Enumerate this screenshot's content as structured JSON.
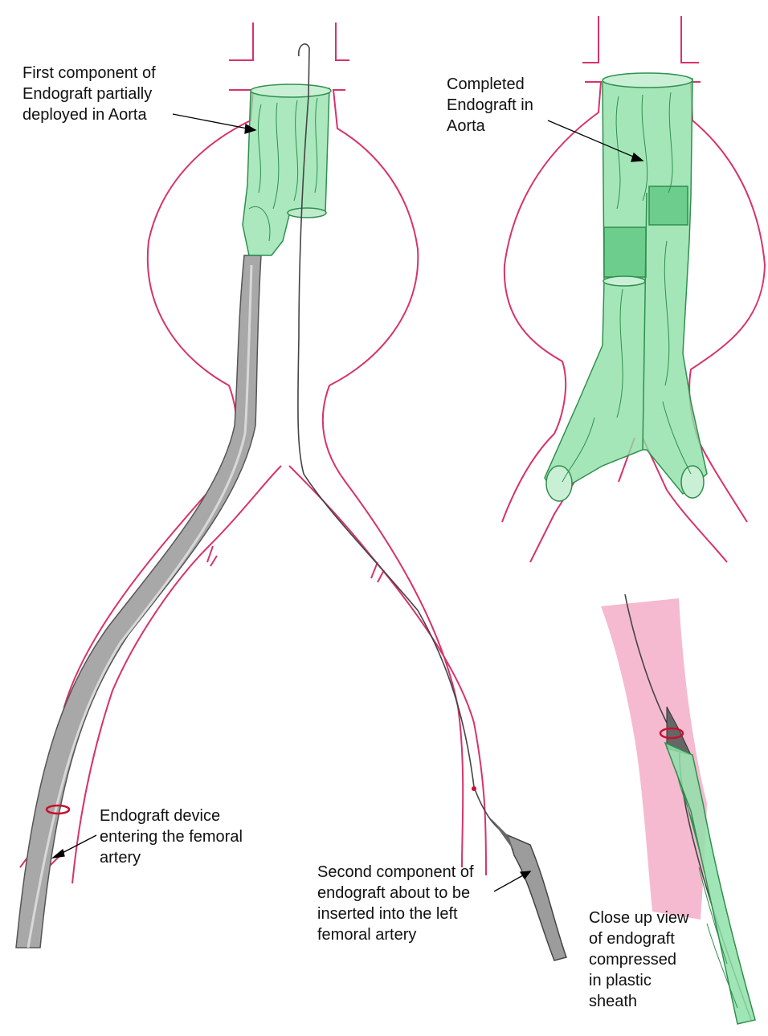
{
  "diagram": {
    "labels": {
      "first_component": "First component of\nEndograft partially\ndeployed in Aorta",
      "completed": "Completed\nEndograft in\nAorta",
      "device_entering": "Endograft device\nentering the femoral\nartery",
      "second_component": "Second component of\nendograft about to be\ninserted into the left\nfemoral artery",
      "close_up": "Close up view\nof endograft\ncompressed\nin plastic\nsheath"
    },
    "colors": {
      "vessel": "#d6336c",
      "graft_fill": "#8fe0a8",
      "graft_line": "#2f8f4e",
      "device": "#9a9a9a",
      "wire": "#444444",
      "sheath_tissue": "#f2a9c4"
    }
  }
}
